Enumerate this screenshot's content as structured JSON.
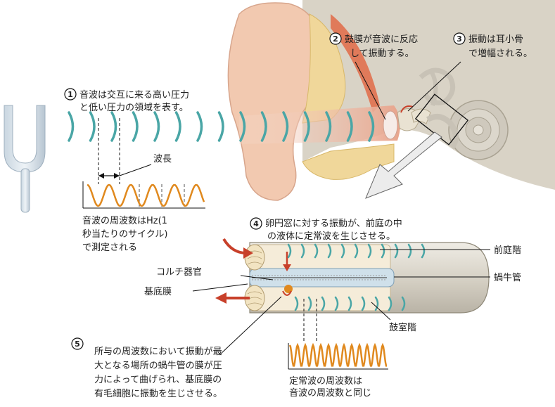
{
  "steps": [
    {
      "number": "1",
      "lines": [
        "音波は交互に来る高い圧力",
        "と低い圧力の領域を表す。"
      ]
    },
    {
      "number": "2",
      "lines": [
        "鼓膜が音波に反応",
        "して振動する。"
      ]
    },
    {
      "number": "3",
      "lines": [
        "振動は耳小骨",
        "で増幅される。"
      ]
    },
    {
      "number": "4",
      "lines": [
        "卵円窓に対する振動が、前庭の中",
        "の液体に定常波を生じさせる。"
      ]
    },
    {
      "number": "5",
      "lines": [
        "所与の周波数において振動が最",
        "大となる場所の蝸牛管の膜が圧",
        "力によって曲げられ、基底膜の",
        "有毛細胞に振動を生じさせる。"
      ]
    }
  ],
  "labels": {
    "wavelength": "波長",
    "frequency_lines": [
      "音波の周波数はHz(1",
      "秒当たりのサイクル)",
      "で測定される"
    ],
    "scala_vestibuli": "前庭階",
    "cochlear_duct": "蝸牛管",
    "scala_tympani": "鼓室階",
    "organ_of_corti": "コルチ器官",
    "basilar_membrane": "基底膜",
    "standing_wave_lines": [
      "定常波の周波数は",
      "音波の周波数と同じ"
    ]
  },
  "colors": {
    "wave_teal": "#4aa6a6",
    "wave_orange": "#e0891e",
    "arrow_red": "#c8402a",
    "skin": "#f2c9b0",
    "bone": "#d9d3c6",
    "fat": "#f0d79a",
    "tube_grey": "#d8d3c8",
    "duct_blue": "#cfe0ea"
  },
  "icons": [
    "tuning-fork-icon",
    "ear-canal-illustration",
    "ossicles-illustration",
    "cochlea-illustration"
  ]
}
